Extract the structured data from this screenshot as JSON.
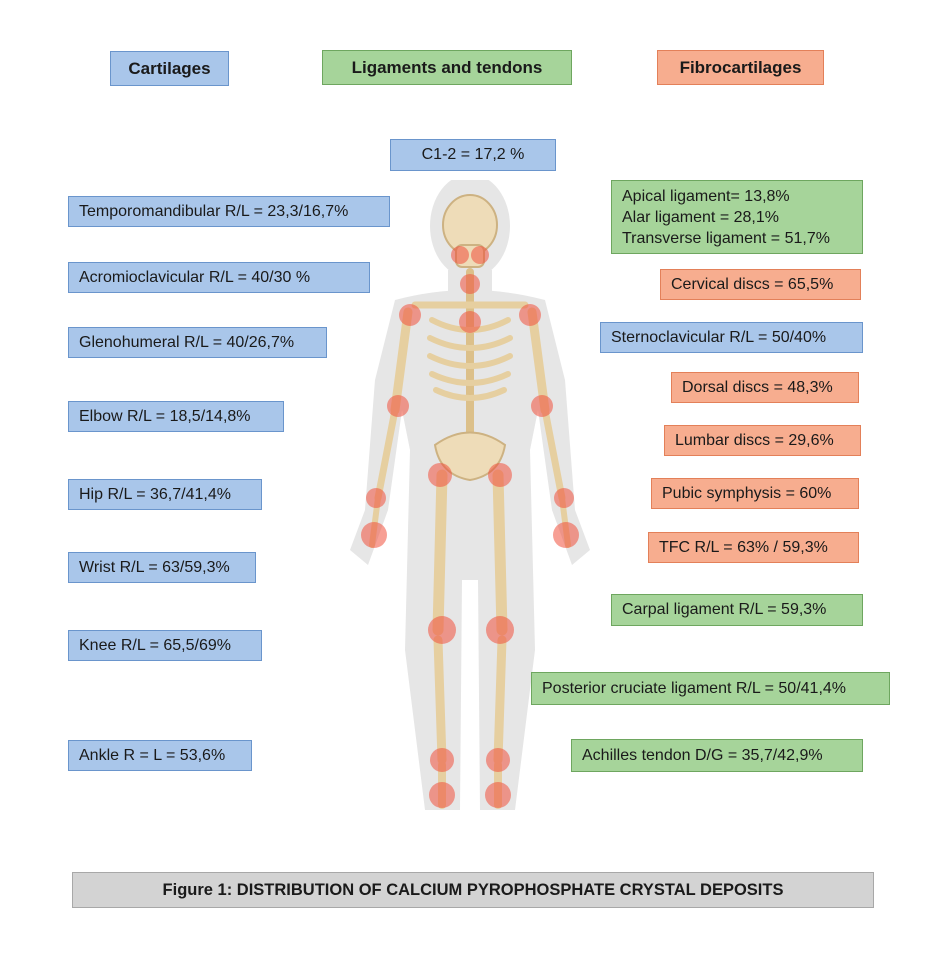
{
  "headers": {
    "cartilages": "Cartilages",
    "ligaments": "Ligaments and tendons",
    "fibrocartilages": "Fibrocartilages"
  },
  "top_label": "C1-2 = 17,2 %",
  "left_labels": [
    "Temporomandibular R/L = 23,3/16,7%",
    "Acromioclavicular R/L = 40/30 %",
    "Glenohumeral R/L = 40/26,7%",
    "Elbow R/L = 18,5/14,8%",
    "Hip R/L = 36,7/41,4%",
    "Wrist R/L = 63/59,3%",
    "Knee R/L = 65,5/69%",
    "Ankle R = L = 53,6%"
  ],
  "right_labels": {
    "apical": "Apical ligament= 13,8%",
    "alar": "Alar ligament = 28,1%",
    "transverse": "Transverse ligament = 51,7%",
    "cervical_discs": "Cervical discs = 65,5%",
    "sternoclavicular": "Sternoclavicular R/L = 50/40%",
    "dorsal_discs": "Dorsal discs = 48,3%",
    "lumbar_discs": "Lumbar discs = 29,6%",
    "pubic_symphysis": "Pubic symphysis = 60%",
    "tfc": "TFC R/L = 63% / 59,3%",
    "carpal_ligament": "Carpal ligament R/L = 59,3%",
    "posterior_cruciate": "Posterior cruciate ligament R/L = 50/41,4%",
    "achilles": "Achilles tendon D/G = 35,7/42,9%"
  },
  "caption": "Figure 1: DISTRIBUTION OF CALCIUM PYROPHOSPHATE CRYSTAL DEPOSITS",
  "colors": {
    "cartilage": "#a9c6ea",
    "ligament": "#a6d49a",
    "fibrocartilage": "#f7ad8f",
    "bone": "#e8d3a8",
    "inflammation": "#f0503c",
    "silhouette": "#e4e4e4"
  }
}
